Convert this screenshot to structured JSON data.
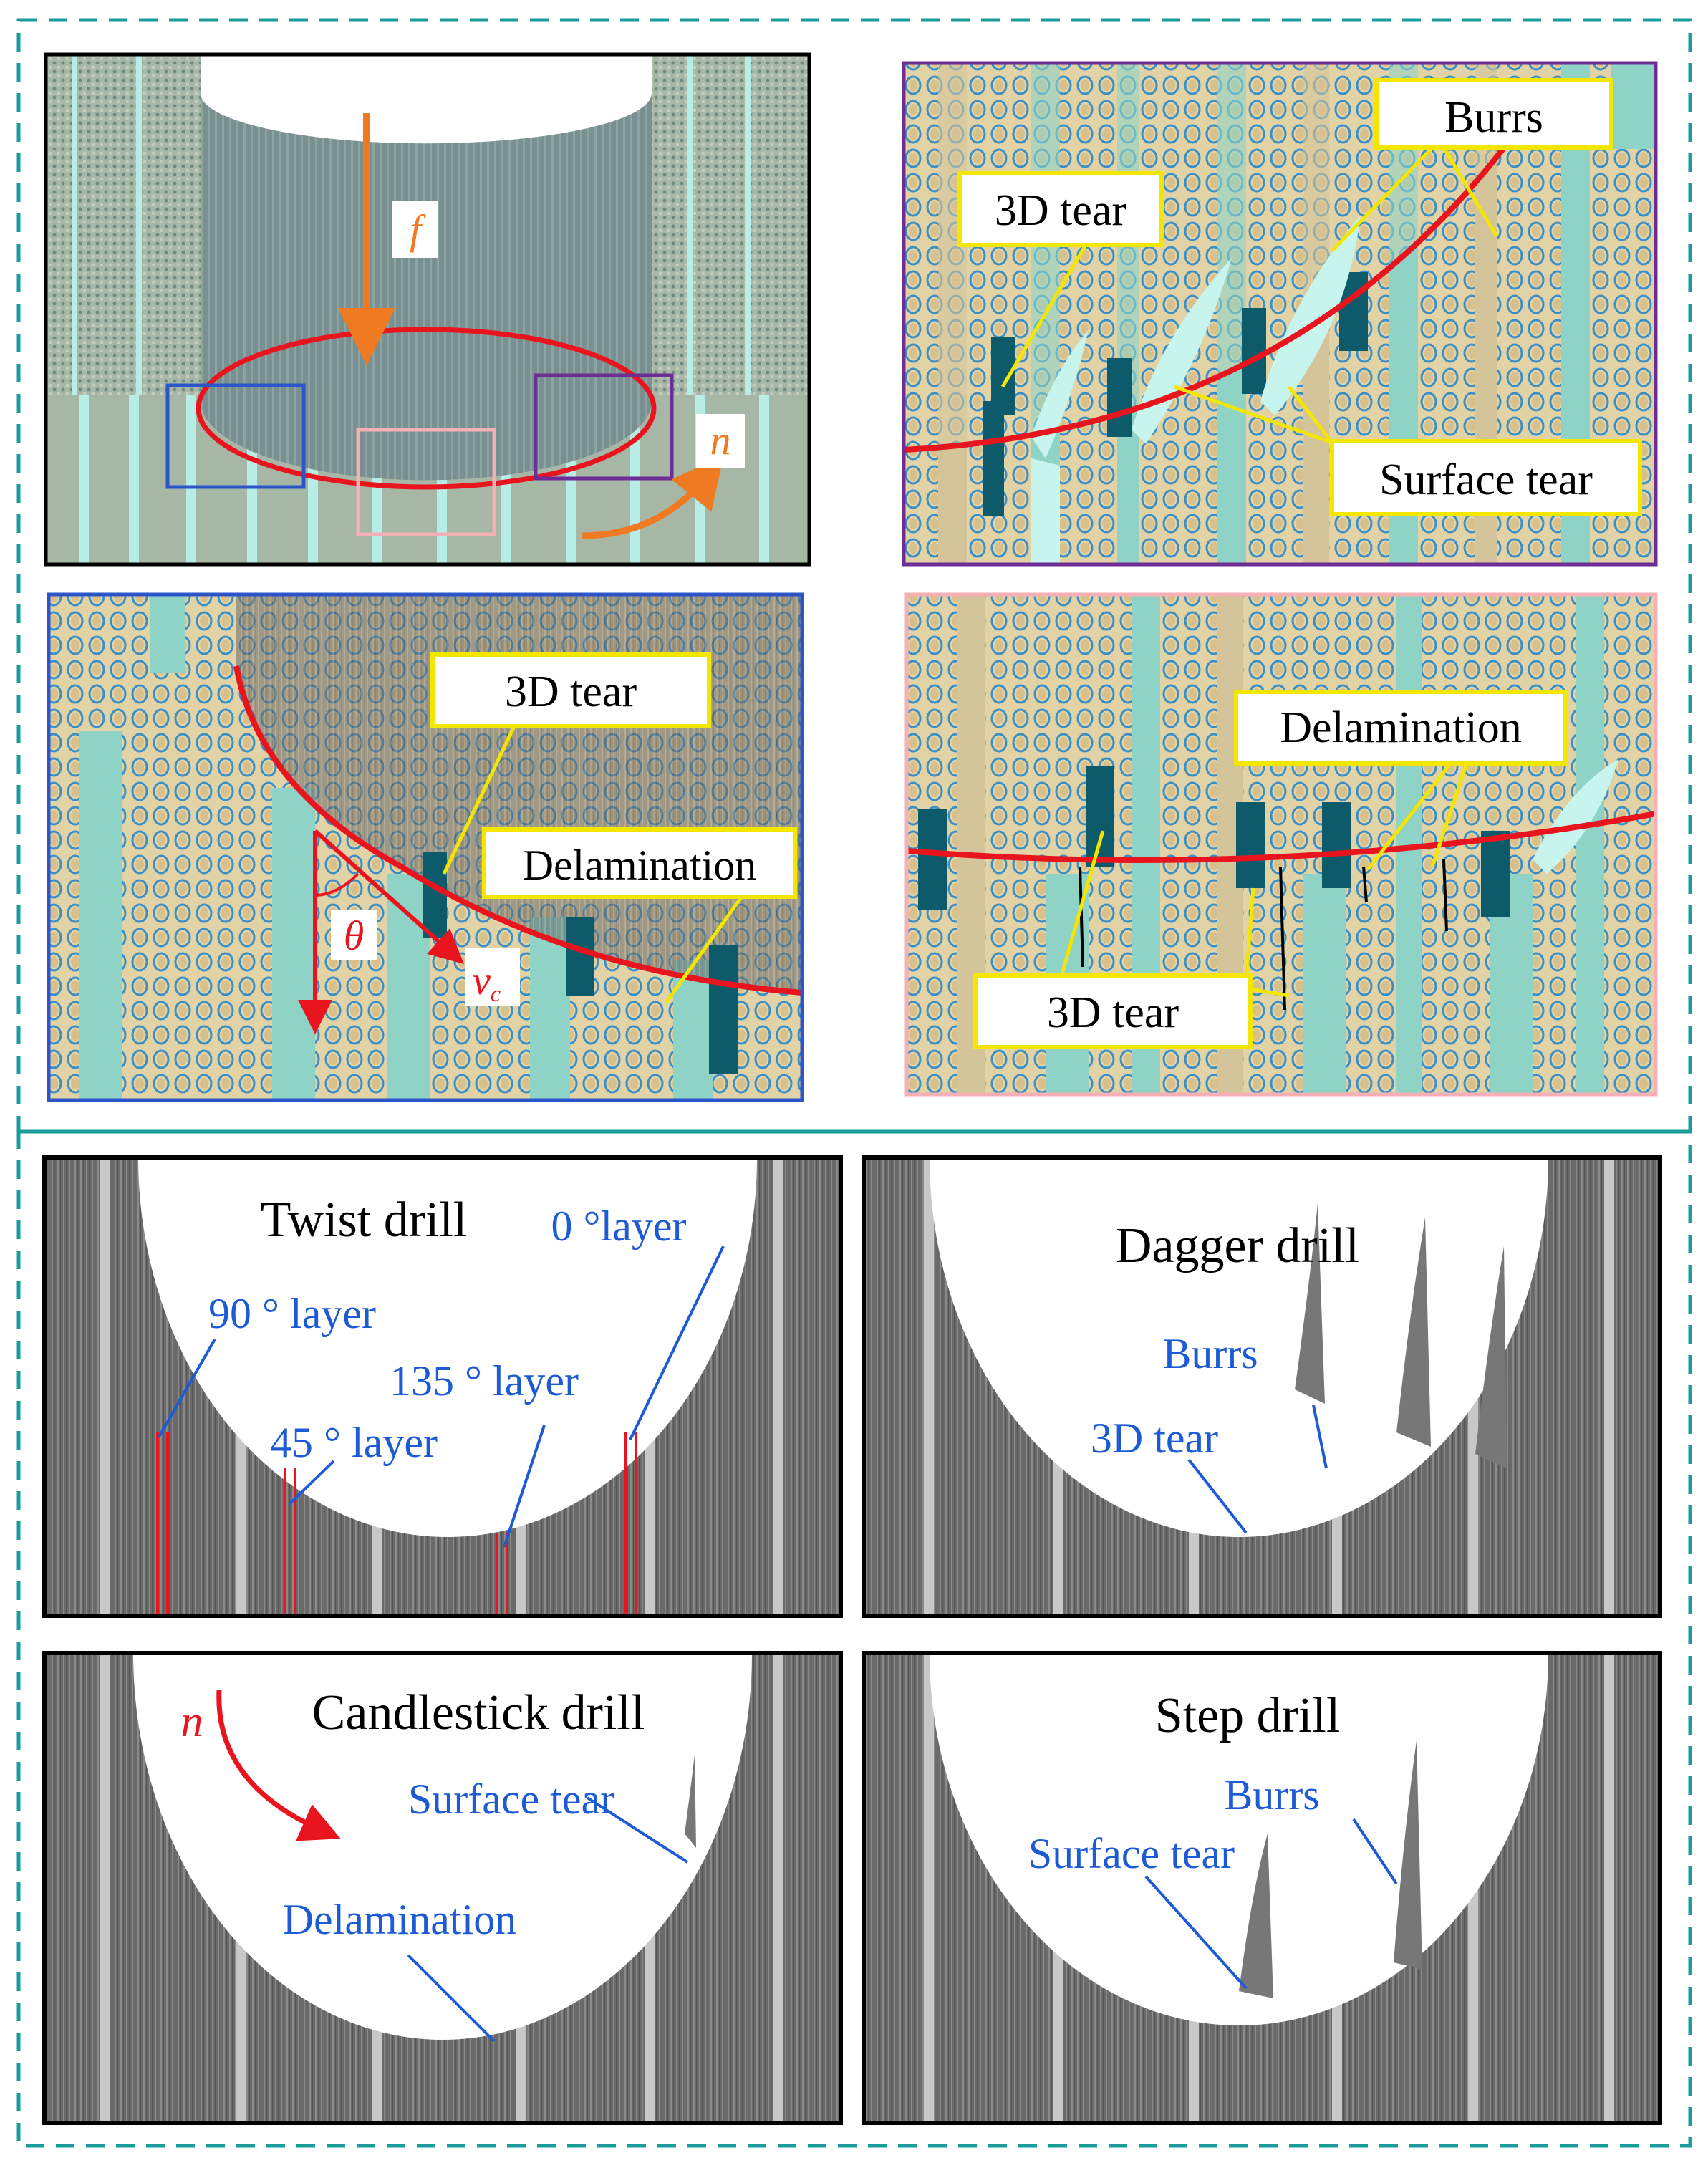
{
  "colors": {
    "teal_dashed": "#1a9c9c",
    "red": "#e8141e",
    "orange": "#f07a22",
    "yellow": "#f3e600",
    "blue": "#2b55c9",
    "purple": "#6d2d94",
    "pink": "#f4b0b4",
    "annotation_blue": "#1d5bd6",
    "fiber_teal": "#8fd3c6",
    "fiber_tan": "#d4c49a",
    "dark_teal": "#0d5a6b"
  },
  "top": {
    "overview": {
      "f": "f",
      "n": "n"
    },
    "purple_detail": {
      "burrs": "Burrs",
      "tear3d": "3D tear",
      "surface_tear": "Surface tear"
    },
    "blue_detail": {
      "tear3d": "3D tear",
      "delamination": "Delamination",
      "theta": "θ",
      "vc": "v",
      "vc_sub": "c"
    },
    "pink_detail": {
      "delamination": "Delamination",
      "tear3d": "3D tear"
    }
  },
  "bottom": {
    "twist": {
      "title": "Twist drill",
      "l0": "0 °layer",
      "l90": "90 ° layer",
      "l135": "135 ° layer",
      "l45": "45 ° layer"
    },
    "dagger": {
      "title": "Dagger drill",
      "burrs": "Burrs",
      "tear3d": "3D tear"
    },
    "candle": {
      "title": "Candlestick drill",
      "n": "n",
      "surface_tear": "Surface tear",
      "delamination": "Delamination"
    },
    "step": {
      "title": "Step drill",
      "burrs": "Burrs",
      "surface_tear": "Surface tear"
    }
  }
}
